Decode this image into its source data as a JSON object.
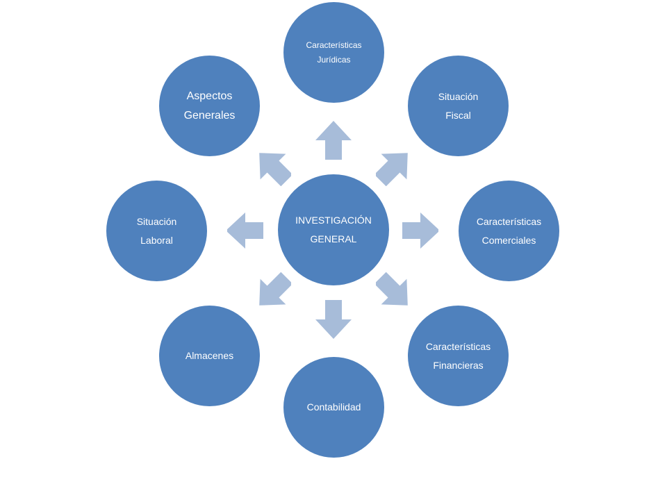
{
  "colors": {
    "node_fill": "#4f81bd",
    "arrow_fill": "#a7bcd9",
    "text": "#ffffff",
    "background": "#ffffff"
  },
  "center": {
    "lines": [
      "INVESTIGACIÓN",
      "GENERAL"
    ]
  },
  "satellites": [
    {
      "id": "juridicas",
      "lines": [
        "Características",
        "Jurídicas"
      ]
    },
    {
      "id": "fiscal",
      "lines": [
        "Situación",
        "Fiscal"
      ]
    },
    {
      "id": "comerciales",
      "lines": [
        "Características",
        "Comerciales"
      ]
    },
    {
      "id": "financieras",
      "lines": [
        "Características",
        "Financieras"
      ]
    },
    {
      "id": "contabilidad",
      "lines": [
        "Contabilidad"
      ]
    },
    {
      "id": "almacenes",
      "lines": [
        "Almacenes"
      ]
    },
    {
      "id": "laboral",
      "lines": [
        "Situación",
        "Laboral"
      ]
    },
    {
      "id": "aspectos",
      "lines": [
        "Aspectos",
        "Generales"
      ]
    }
  ],
  "arrow_icon": "block-arrow-icon"
}
